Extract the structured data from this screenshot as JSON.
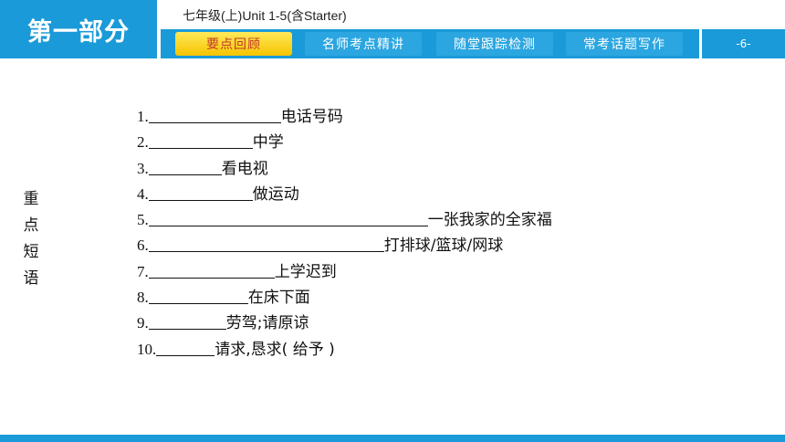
{
  "header": {
    "part_label": "第一部分",
    "course_title": "七年级(上)Unit 1-5(含Starter)",
    "tabs": [
      {
        "label": "要点回顾",
        "active": true
      },
      {
        "label": "名师考点精讲",
        "active": false
      },
      {
        "label": "随堂跟踪检测",
        "active": false
      },
      {
        "label": "常考话题写作",
        "active": false
      }
    ],
    "page_number": "-6-"
  },
  "side_label": [
    "重",
    "点",
    "短",
    "语"
  ],
  "phrases": [
    {
      "num": "1.",
      "meaning": "电话号码"
    },
    {
      "num": "2.",
      "meaning": "中学"
    },
    {
      "num": "3.",
      "meaning": "看电视"
    },
    {
      "num": "4.",
      "meaning": "做运动"
    },
    {
      "num": "5.",
      "meaning": "一张我家的全家福"
    },
    {
      "num": "6.",
      "meaning": "打排球/篮球/网球"
    },
    {
      "num": "7.",
      "meaning": "上学迟到"
    },
    {
      "num": "8.",
      "meaning": "在床下面"
    },
    {
      "num": "9.",
      "meaning": "劳驾;请原谅"
    },
    {
      "num": "10.",
      "meaning": "请求,恳求(  给予  )"
    }
  ],
  "colors": {
    "brand_blue": "#1a9ad8",
    "active_tab": "#f5c400",
    "active_tab_text": "#c0392b"
  }
}
